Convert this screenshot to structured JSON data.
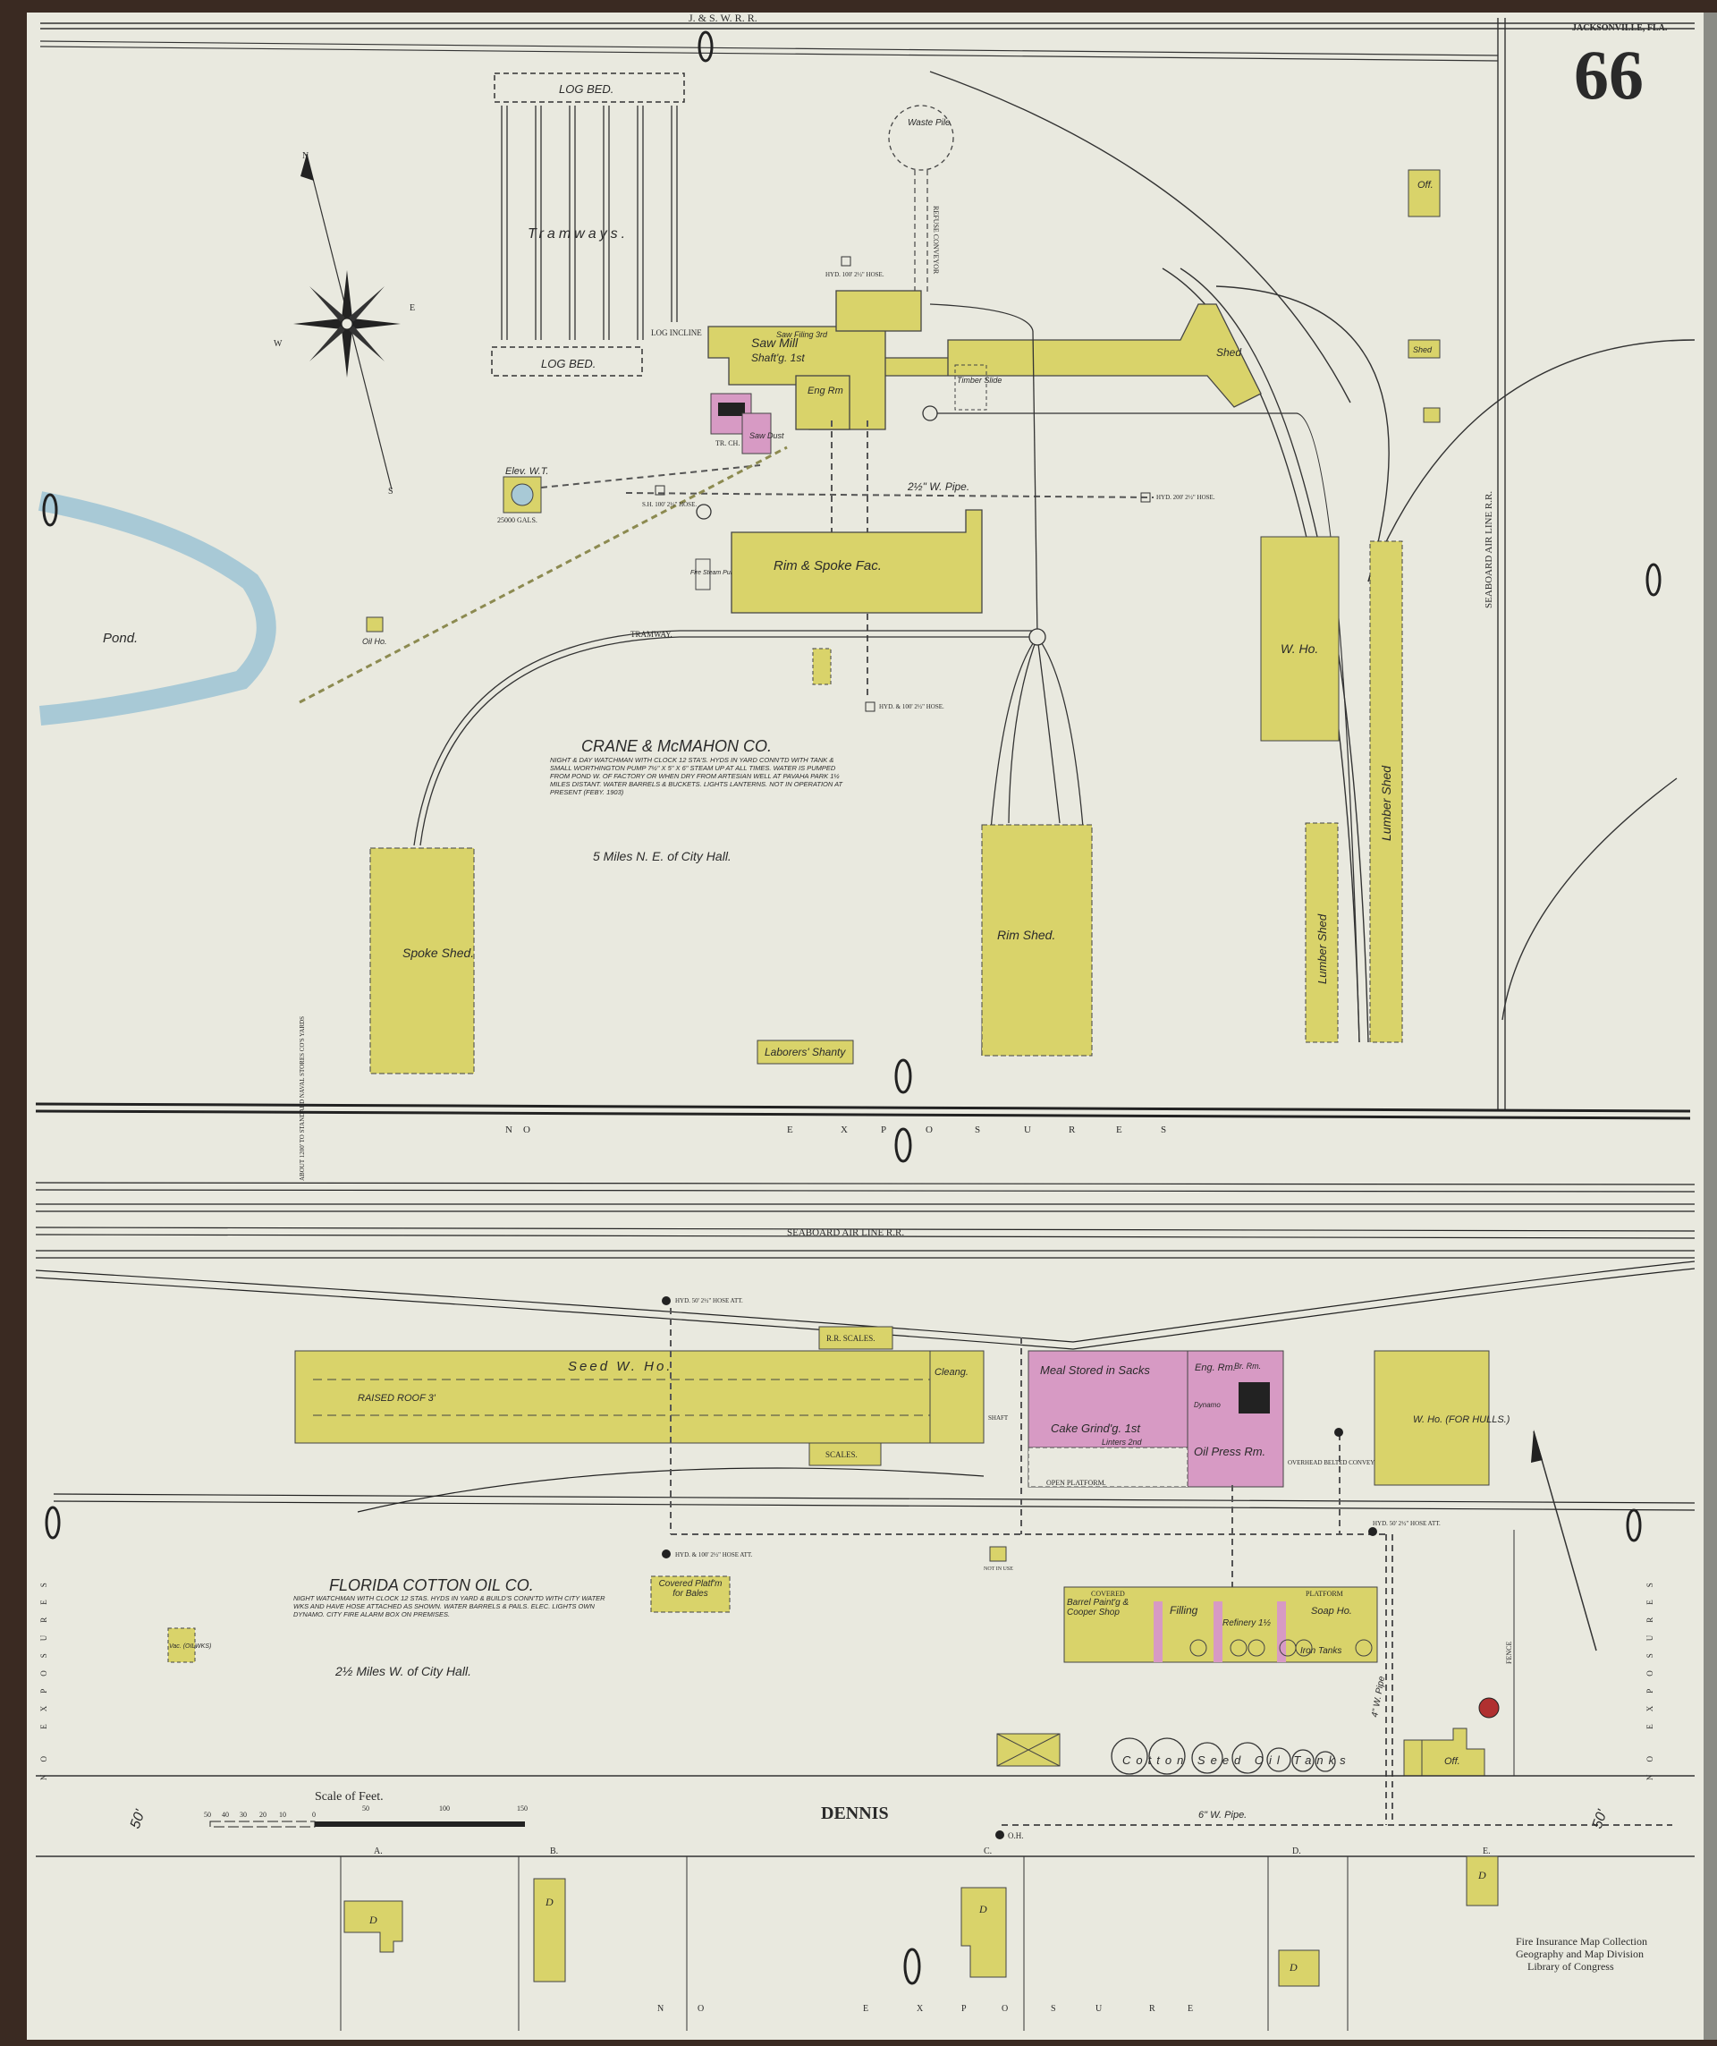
{
  "header": {
    "city": "JACKSONVILLE, FLA.",
    "sheet_number": "66"
  },
  "railroads": {
    "top": "J. & S. W. R. R.",
    "middle": "SEABOARD AIR LINE R.R.",
    "east": "SEABOARD AIR LINE R.R."
  },
  "exposure_labels": {
    "middle_row": [
      "N",
      "O",
      "E",
      "X",
      "P",
      "O",
      "S",
      "U",
      "R",
      "E",
      "S"
    ],
    "bottom_row": [
      "N",
      "O",
      "E",
      "X",
      "P",
      "O",
      "S",
      "U",
      "R",
      "E"
    ],
    "west": "NO EXPOSURES",
    "east": "NO EXPOSURES"
  },
  "upper_property": {
    "company": "CRANE & McMAHON CO.",
    "notes": "NIGHT & DAY WATCHMAN WITH CLOCK 12 STA'S. HYDS IN YARD CONN'TD WITH TANK & SMALL WORTHINGTON PUMP 7½\" X 5\" X 6\" STEAM UP AT ALL TIMES. WATER IS PUMPED FROM POND W. OF FACTORY OR WHEN DRY FROM ARTESIAN WELL AT PAVAHA PARK 1½ MILES DISTANT. WATER BARRELS & BUCKETS. LIGHTS LANTERNS. NOT IN OPERATION AT PRESENT (FEBY. 1903)",
    "distance": "5 Miles N. E. of City Hall.",
    "labels": {
      "log_bed": "LOG BED.",
      "tramways": "Tramways.",
      "log_incline": "LOG INCLINE",
      "saw_mill": "Saw Mill",
      "saw_filing": "Saw Filing 3rd",
      "shafting": "Shaft'g. 1st",
      "eng_rm": "Eng Rm",
      "saw_dust": "Saw Dust",
      "timber_slide": "Timber Slide",
      "waste_pile": "Waste Pile",
      "refuse_conveyor": "REFUSE CONVEYOR",
      "shed": "Shed",
      "off": "Off.",
      "elev_wt": "Elev. W.T.",
      "gals": "25000 GALS.",
      "pond": "Pond.",
      "oil_ho": "Oil Ho.",
      "pipe": "2½\" W. Pipe.",
      "rim_spoke": "Rim & Spoke Fac.",
      "tramway": "TRAMWAY.",
      "w_ho": "W. Ho.",
      "lumber_shed": "Lumber Shed",
      "spoke_shed": "Spoke Shed.",
      "rim_shed": "Rim Shed.",
      "laborers": "Laborers' Shanty",
      "hyd1": "HYD. 100' 2½\" HOSE.",
      "hyd2": "HYD. 200' 2½\" HOSE.",
      "hyd3": "HYD. & 100' 2½\" HOSE.",
      "hyd4": "S.H. 100' 2½\" HOSE.",
      "pump": "Fire Steam Pump",
      "tr_ch": "TR. CH. 50'"
    }
  },
  "lower_property": {
    "company": "FLORIDA COTTON OIL CO.",
    "notes": "NIGHT WATCHMAN WITH CLOCK 12 STAS. HYDS IN YARD & BUILD'S CONN'TD WITH CITY WATER WKS AND HAVE HOSE ATTACHED AS SHOWN. WATER BARRELS & PAILS. ELEC. LIGHTS OWN DYNAMO. CITY FIRE ALARM BOX ON PREMISES.",
    "distance": "2½ Miles W. of City Hall.",
    "labels": {
      "seed_wh": "Seed W. Ho.",
      "raised_roof": "RAISED ROOF 3'",
      "rr_scales": "R.R. SCALES.",
      "scales": "SCALES.",
      "cleang": "Cleang.",
      "meal_stored": "Meal Stored in Sacks",
      "cake_grindg": "Cake Grind'g. 1st",
      "linters": "Linters 2nd",
      "eng_rm": "Eng. Rm.",
      "br_rm": "Br. Rm.",
      "oil_press": "Oil Press Rm.",
      "open_platform": "OPEN PLATFORM.",
      "dynamo": "Dynamo",
      "wh_hulls": "W. Ho. (FOR HULLS.)",
      "covered_platform": "Covered Platf'm for Bales",
      "barrel_paint": "Barrel Paint'g & Cooper Shop",
      "filling": "Filling",
      "refinery": "Refinery 1½",
      "soap_ho": "Soap Ho.",
      "iron_tanks": "Iron Tanks",
      "covered": "COVERED",
      "platform": "PLATFORM",
      "cotton_seed_oil_tanks": "Cotton Seed Oil Tanks",
      "vac": "Vac. (OILWKS)",
      "pipe4": "4\" W. Pipe",
      "pipe6": "6\" W. Pipe.",
      "fence": "FENCE",
      "off": "Off.",
      "overhead_conveyor": "OVERHEAD BELTED CONVEYOR",
      "not_in_use": "NOT IN USE",
      "shaft": "SHAFT",
      "hyd_a": "HYD. 50' 2½\" HOSE ATT.",
      "hyd_b": "HYD. & 100' 2½\" HOSE ATT.",
      "hyd_c": "HYD. 50' 2½\" HOSE ATT."
    }
  },
  "street": {
    "name": "DENNIS",
    "width_left": "50'",
    "width_right": "50'",
    "oh": "O.H."
  },
  "scale": {
    "label": "Scale of Feet.",
    "ticks": [
      "50",
      "40",
      "30",
      "20",
      "10",
      "0",
      "50",
      "100",
      "150"
    ]
  },
  "lots": [
    "A.",
    "B.",
    "C.",
    "D.",
    "E."
  ],
  "dwelling": "D",
  "about_note": "ABOUT 1200' TO STANDARD NAVAL STORES CO'S YARDS",
  "stamp": {
    "line1": "Fire Insurance Map Collection",
    "line2": "Geography and Map Division",
    "line3": "Library of Congress"
  },
  "colors": {
    "paper": "#e9e9df",
    "frame": "#3a2a22",
    "yellow": "#d9d36a",
    "pink": "#d79ac4",
    "water": "#a8c9d6",
    "ink": "#2a2a2a"
  }
}
